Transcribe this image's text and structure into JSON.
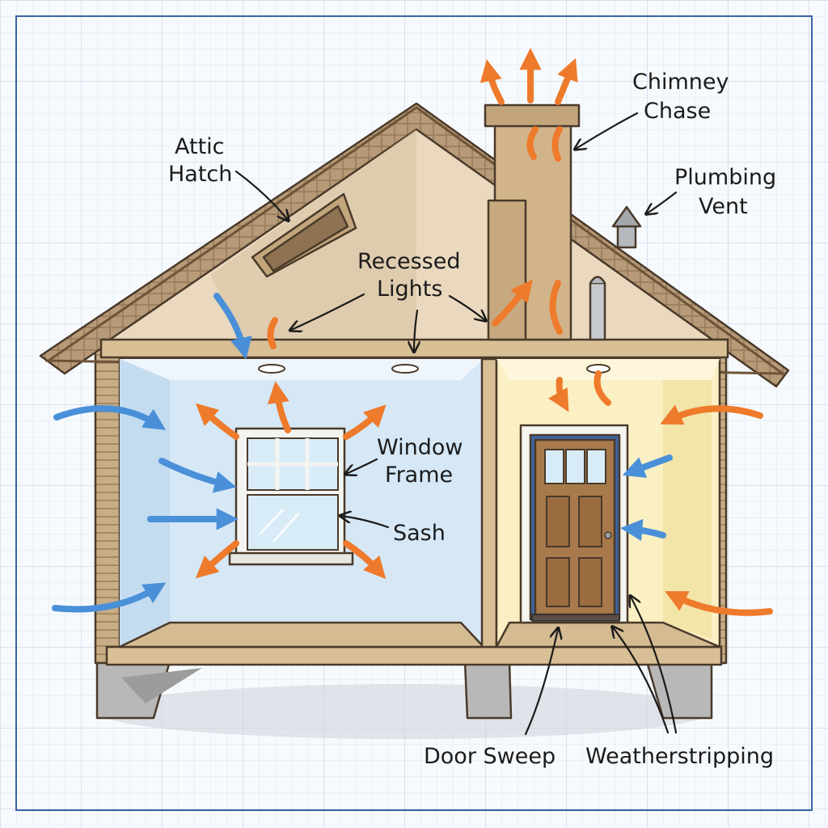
{
  "labels": {
    "attic_hatch": [
      "Attic",
      "Hatch"
    ],
    "chimney_chase": [
      "Chimney",
      "Chase"
    ],
    "plumbing_vent": [
      "Plumbing",
      "Vent"
    ],
    "recessed_lights": [
      "Recessed",
      "Lights"
    ],
    "window_frame": [
      "Window",
      "Frame"
    ],
    "sash": "Sash",
    "door_sweep": "Door Sweep",
    "weatherstripping": "Weatherstripping"
  },
  "colors": {
    "warm_air": "#ee7a2b",
    "cold_air": "#4a90d9",
    "grid_line": "#c9d8ea",
    "frame_blue": "#3c64a0",
    "left_room_wall": "#d6e8f6",
    "right_room_wall": "#faf0c4",
    "roof": "#b79a78",
    "wood": "#d8bf95",
    "door": "#a8794b"
  },
  "icons": {
    "warm_arrow": "orange-arrow-icon",
    "cold_arrow": "blue-arrow-icon"
  }
}
